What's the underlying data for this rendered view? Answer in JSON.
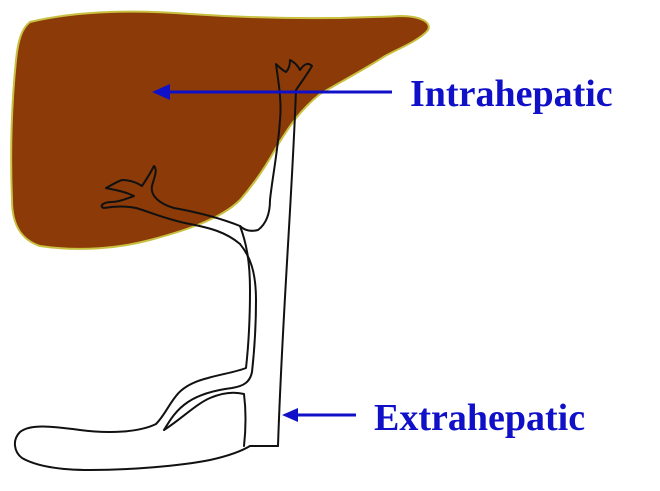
{
  "labels": {
    "intrahepatic": "Intrahepatic",
    "extrahepatic": "Extrahepatic"
  },
  "colors": {
    "liver_fill": "#8b3a08",
    "liver_outline": "#c8c040",
    "duct_stroke": "#111111",
    "arrow_and_label": "#1010c8",
    "background": "#ffffff"
  },
  "icons": {
    "liver": "liver-shape",
    "bile_ducts": "biliary-tree-outline",
    "arrow": "left-arrow"
  }
}
